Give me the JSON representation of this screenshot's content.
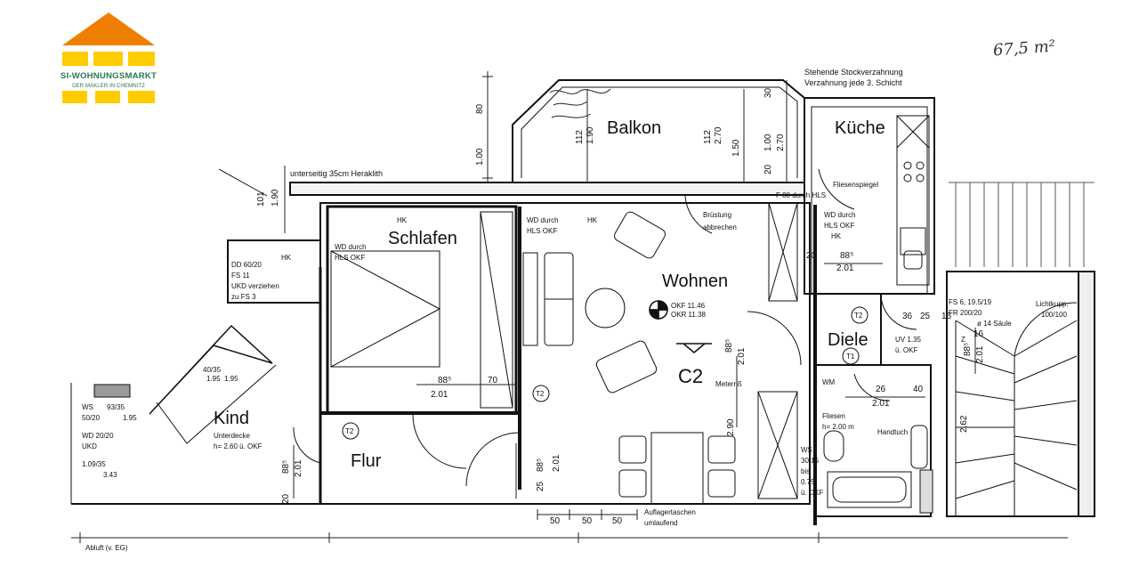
{
  "logo": {
    "name": "SI-WOHNUNGSMARKT",
    "tagline": "DER MAKLER IN CHEMNITZ",
    "colors": {
      "roof": "#ee7f00",
      "bar": "#ffcc00",
      "text": "#2a7a55"
    }
  },
  "area_note": "67,5 m²",
  "rooms": {
    "balkon": "Balkon",
    "kueche": "Küche",
    "schlafen": "Schlafen",
    "wohnen": "Wohnen",
    "diele": "Diele",
    "kind": "Kind",
    "flur": "Flur"
  },
  "unit_code": "C2",
  "notes": {
    "stock1": "Stehende Stockverzahnung",
    "stock2": "Verzahnung jede 3. Schicht",
    "unterseitig": "unterseitig 35cm Heraklith",
    "fb_hls": "F 80 durch HLS",
    "fliesenspiegel": "Fliesenspiegel",
    "wd_kueche1": "WD durch",
    "wd_kueche2": "HLS OKF",
    "hk_kueche": "HK",
    "hk_schlafen": "HK",
    "hk_wohnen": "HK",
    "wd_wohnen1": "WD durch",
    "wd_wohnen2": "HLS OKF",
    "wd_schlafen1": "WD durch",
    "wd_schlafen2": "HLS OKF",
    "bruestung1": "Brüstung",
    "bruestung2": "abbrechen",
    "dd1": "DD 60/20",
    "dd2": "FS 11",
    "ukd1": "UKD verziehen",
    "ukd2": "zu FS 3",
    "hk_dd": "HK",
    "okf": "OKF 11.46",
    "okr": "OKR 11.38",
    "meterriss": "Meterriß",
    "unterdecke1": "Unterdecke",
    "unterdecke2": "h= 2.60 ü. OKF",
    "auflager1": "Auflagertaschen",
    "auflager2": "umlaufend",
    "abluft": "Abluft (v. EG)",
    "fliesen1": "Fliesen",
    "fliesen2": "h= 2.00 m",
    "handtuch": "Handtuch",
    "wm": "WM",
    "uv1": "UV 1.35",
    "uv2": "ü. OKF",
    "fs_a": "FS 6, 19.5/19",
    "fs_b": "FR 200/20",
    "fs_c": "ø 14 Säule",
    "lichtkupp": "Lichtkupp.",
    "lichtmass": "100/100",
    "ws_right1": "WS",
    "ws_right2": "30/15",
    "ws_right3": "bis",
    "ws_right4": "0.75",
    "ws_right5": "ü. OKF",
    "ws_left1": "WS",
    "ws_left2": "50/20",
    "ws_left3": "WD 20/20",
    "ws_left4": "UKD",
    "ws_left5": "1.09/35",
    "ws_left6": "3.43",
    "ws_left7": "1.95",
    "ws_left8": "93/35",
    "ws_left9": "1.95",
    "kind_mid1": "40/35",
    "kind_mid2": "1.95",
    "t2": "T2",
    "t1": "T1",
    "z": "Z"
  },
  "dimensions": {
    "d80": "80",
    "d100": "1.00",
    "d112a": "112",
    "d190a": "1.90",
    "d112b": "112",
    "d270a": "2.70",
    "d150": "1.50",
    "d30": "30",
    "d20a": "20",
    "d100b": "1.00",
    "d270b": "2.70",
    "d101": "101",
    "d190b": "1.90",
    "d885_schlafen": "88⁵",
    "d201_schlafen": "2.01",
    "d70": "70",
    "d885_diele": "88⁵",
    "d201_diele": "2.01",
    "d20_diele": "20",
    "d885_wohnen": "88⁵",
    "d201_wohnen": "2.01",
    "d290": "2.90",
    "d885_flur": "88⁵",
    "d201_flur": "2.01",
    "d25": "25",
    "d885_kind": "88⁵",
    "d201_kind": "2.01",
    "d20_kind": "20",
    "d26": "26",
    "d40": "40",
    "d201_bad": "2.01",
    "d885_stair": "88⁵",
    "d201_stair": "2.01",
    "d262": "2.62",
    "d50a": "50",
    "d50b": "50",
    "d50c": "50",
    "d16": "16",
    "d36": "36",
    "d25b": "25",
    "d16b": "16"
  }
}
